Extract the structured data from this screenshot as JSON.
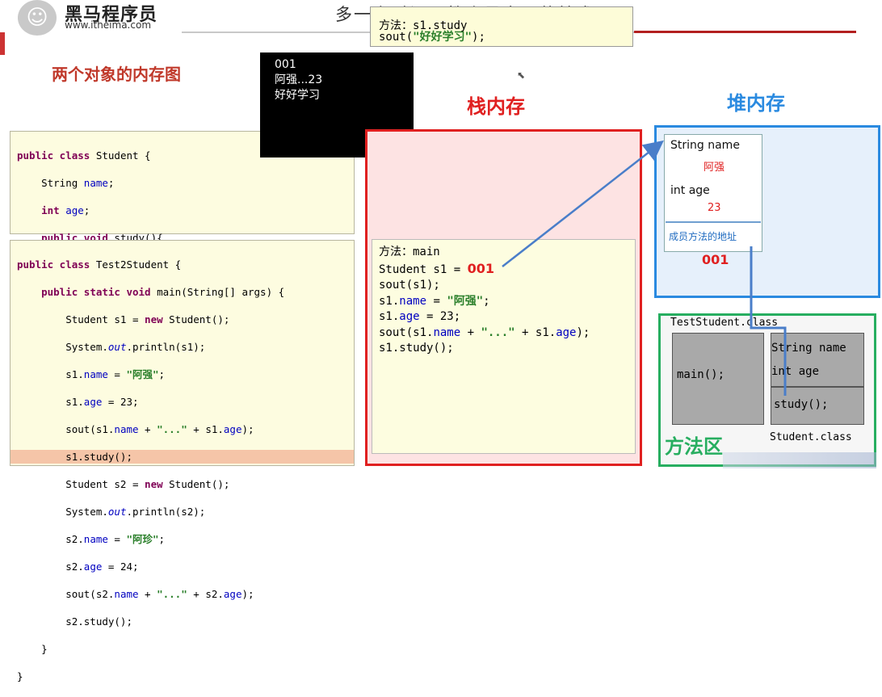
{
  "header": {
    "logo_text": "黑马程序员",
    "logo_url": "www.itheima.com",
    "slogan": "多一点时间，教会最实用的技术!"
  },
  "section_title": "两个对象的内存图",
  "console": {
    "lines": [
      "001",
      "阿强...23",
      "好好学习"
    ]
  },
  "tooltip": {
    "line1": "方法：s1.study",
    "line2_prefix": "sout(",
    "line2_string": "\"好好学习\"",
    "line2_suffix": ");"
  },
  "stack": {
    "title": "栈内存",
    "main_frame": {
      "header": "方法：main",
      "s1_decl": "Student s1 = ",
      "s1_addr": "001",
      "l3": "sout(s1);",
      "l4a": "s1.",
      "l4b": "name",
      "l4c": " = ",
      "l4d": "\"阿强\"",
      "l4e": ";",
      "l5a": "s1.",
      "l5b": "age",
      "l5c": " = 23;",
      "l6a": "sout(s1.",
      "l6b": "name",
      "l6c": " + ",
      "l6d": "\"...\"",
      "l6e": " + s1.",
      "l6f": "age",
      "l6g": ");",
      "l7": "s1.study();"
    }
  },
  "heap": {
    "title": "堆内存",
    "object": {
      "name_label": "String name",
      "name_value": "阿强",
      "age_label": "int age",
      "age_value": "23",
      "member_method_addr": "成员方法的地址"
    },
    "address": "001"
  },
  "method_area": {
    "label": "方法区",
    "test_class_label": "TestStudent.class",
    "main_text": "main();",
    "student_fields": [
      "String name",
      "int age"
    ],
    "student_method": "study();",
    "student_class_label": "Student.class"
  },
  "colors": {
    "stack_border": "#e02020",
    "heap_border": "#2a8ae0",
    "method_border": "#27ae60",
    "arrow": "#4a7ec9"
  }
}
